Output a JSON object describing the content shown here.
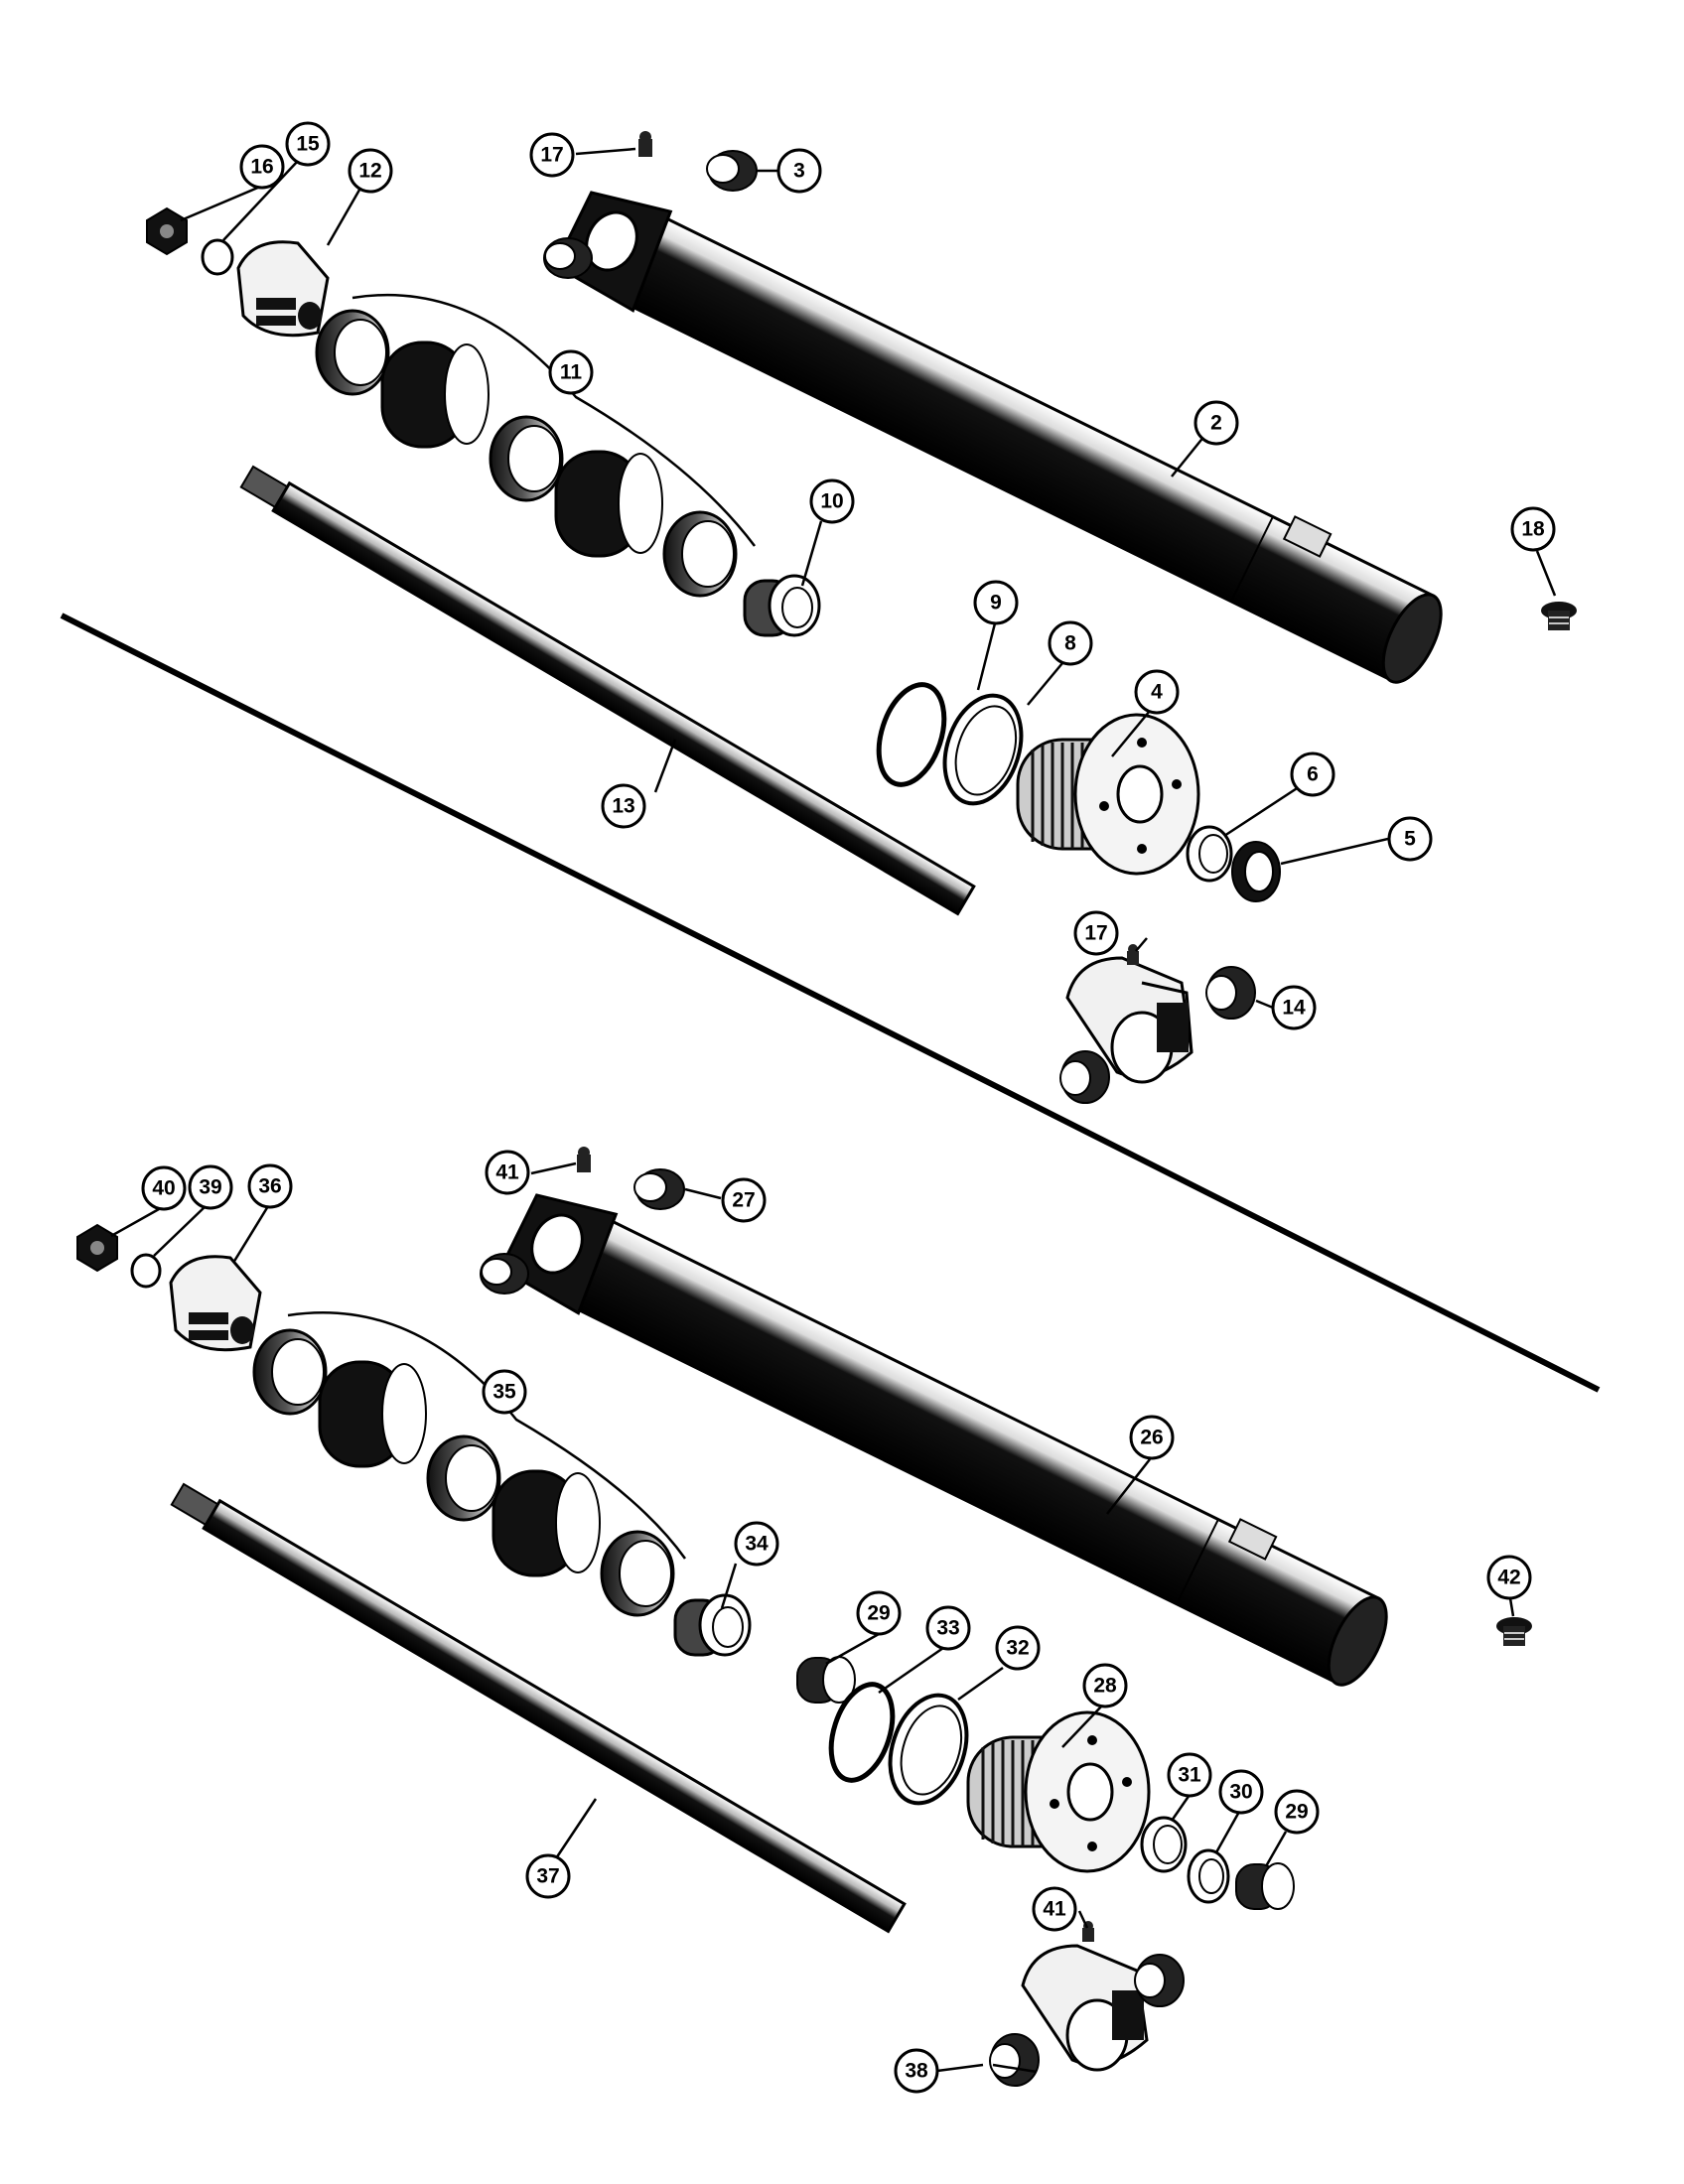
{
  "figure": {
    "description_ref": "hydraulic-cylinder-exploded-views",
    "colors": {
      "ink": "#111111",
      "paper": "#ffffff",
      "highlight": "#e8e8e8"
    }
  },
  "callouts": {
    "c2": "2",
    "c3": "3",
    "c4": "4",
    "c5": "5",
    "c6": "6",
    "c8": "8",
    "c9": "9",
    "c10": "10",
    "c11": "11",
    "c12": "12",
    "c13": "13",
    "c14": "14",
    "c15": "15",
    "c16": "16",
    "c17a": "17",
    "c17b": "17",
    "c18": "18",
    "c26": "26",
    "c27": "27",
    "c28": "28",
    "c29a": "29",
    "c29b": "29",
    "c30": "30",
    "c31": "31",
    "c32": "32",
    "c33": "33",
    "c34": "34",
    "c35": "35",
    "c36": "36",
    "c37": "37",
    "c38": "38",
    "c39": "39",
    "c40": "40",
    "c41a": "41",
    "c41b": "41",
    "c42": "42"
  }
}
